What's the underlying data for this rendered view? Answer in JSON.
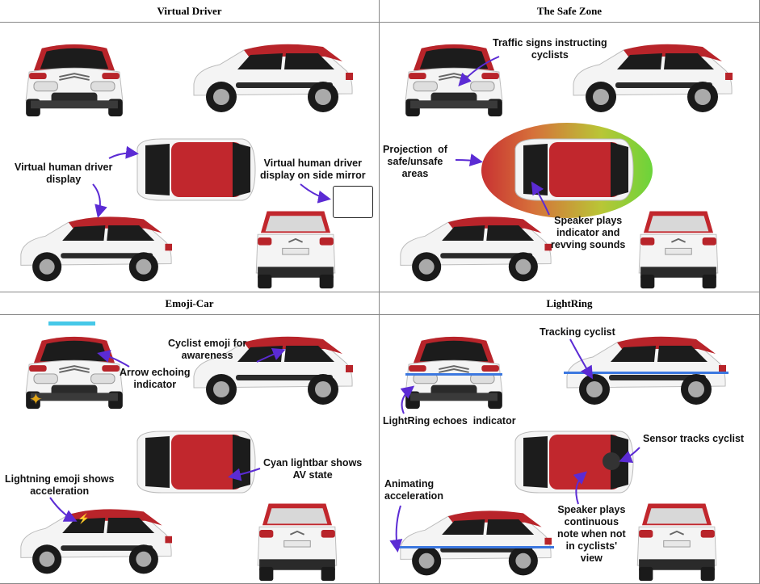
{
  "quadrants": [
    {
      "title": "Virtual Driver",
      "labels": [
        "Virtual human driver\ndisplay",
        "Virtual human driver\ndisplay on side mirror"
      ]
    },
    {
      "title": "The Safe Zone",
      "labels": [
        "Traffic signs instructing\ncyclists",
        "Projection  of\nsafe/unsafe\nareas",
        "Speaker plays\nindicator and\nrevving sounds"
      ]
    },
    {
      "title": "Emoji-Car",
      "labels": [
        "Cyclist emoji for\nawareness",
        "Arrow echoing\nindicator",
        "Cyan lightbar shows\nAV state",
        "Lightning emoji shows\nacceleration"
      ]
    },
    {
      "title": "LightRing",
      "labels": [
        "Tracking cyclist",
        "LightRing echoes  indicator",
        "Sensor tracks cyclist",
        "Animating\nacceleration",
        "Speaker plays\ncontinuous\nnote when not\nin cyclists'\nview"
      ]
    }
  ],
  "colors": {
    "car_body": "#f4f4f4",
    "roof_red": "#c1272d",
    "roof_orange": "#d9772b",
    "arrow": "#5b2bd4",
    "glass": "#1c1c1c"
  }
}
